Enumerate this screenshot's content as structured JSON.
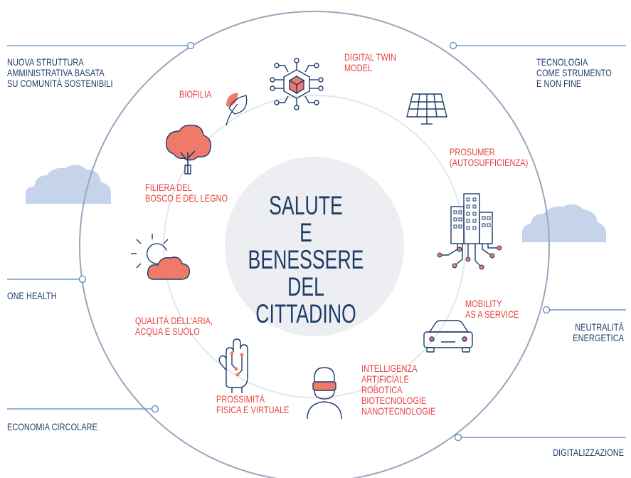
{
  "center": {
    "lines": [
      "SALUTE",
      "E BENESSERE",
      "DEL CITTADINO"
    ]
  },
  "outer_labels": {
    "nuova_struttura": [
      "NUOVA STRUTTURA",
      "AMMINISTRATIVA BASATA",
      "SU COMUNITÀ SOSTENIBILI"
    ],
    "tecnologia": [
      "TECNOLOGIA",
      "COME STRUMENTO",
      "E NON FINE"
    ],
    "one_health": [
      "ONE HEALTH"
    ],
    "neutralita": [
      "NEUTRALITÀ",
      "ENERGETICA"
    ],
    "economia_circolare": [
      "ECONOMIA CIRCOLARE"
    ],
    "digitalizzazione": [
      "DIGITALIZZAZIONE"
    ]
  },
  "inner_labels": {
    "digital_twin": [
      "DIGITAL TWIN",
      "MODEL"
    ],
    "biofilia": [
      "BIOFILIA"
    ],
    "prosumer": [
      "PROSUMER",
      "(AUTOSUFFICIENZA)"
    ],
    "filiera": [
      "FILIERA DEL",
      "BOSCO E DEL LEGNO"
    ],
    "mobility": [
      "MOBILITY",
      "AS A SERVICE"
    ],
    "qualita": [
      "QUALITÀ DELL'ARIA,",
      "ACQUA E SUOLO"
    ],
    "intelligenza": [
      "INTELLIGENZA",
      "ARTIFICIALE",
      "ROBOTICA",
      "BIOTECNOLOGIE",
      "NANOTECNOLOGIE"
    ],
    "prossimita": [
      "PROSSIMITÀ",
      "FISICA E VIRTUALE"
    ]
  },
  "colors": {
    "navy": "#1f3d6b",
    "accent_red": "#e8403e",
    "coral_fill": "#f07a6a",
    "center_fill": "#eceef2",
    "ring_stroke": "#9aa6bd",
    "inner_ring": "#e4e6ea",
    "connector": "#5d83c2",
    "cloud": "#c5d4ea"
  },
  "icons": [
    "digital-twin-icon",
    "leaf-icon",
    "solar-panel-icon",
    "tree-icon",
    "city-buildings-icon",
    "sun-cloud-icon",
    "car-icon",
    "vr-headset-person-icon",
    "hand-circuit-icon"
  ]
}
